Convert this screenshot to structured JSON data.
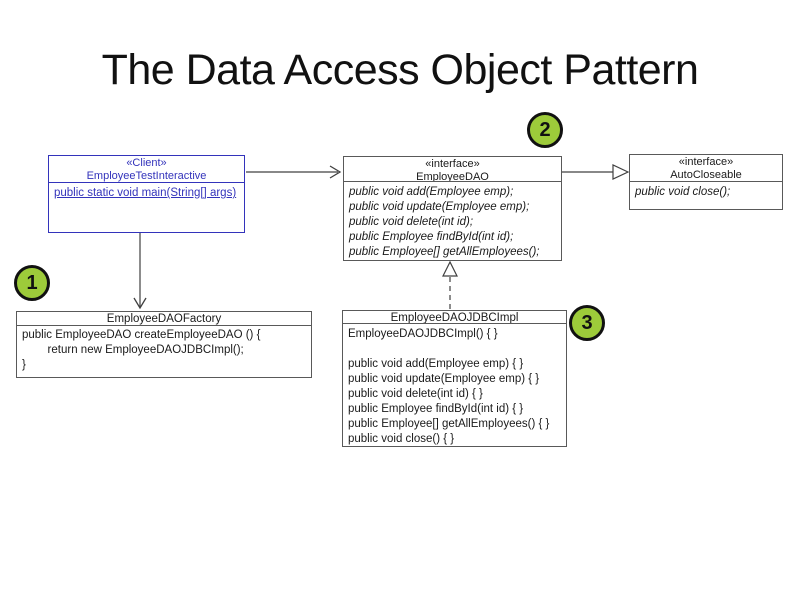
{
  "title": "The Data Access Object Pattern",
  "colors": {
    "client_blue": "#3333bb",
    "box_border": "#595959",
    "arrow": "#404040",
    "circle_green": "#9dcb3a",
    "background": "#ffffff"
  },
  "badges": [
    "1",
    "2",
    "3"
  ],
  "boxes": {
    "client": {
      "stereotype": "«Client»",
      "name": "EmployeeTestInteractive",
      "main_link": "public static void main(String[] args)"
    },
    "dao": {
      "stereotype": "«interface»",
      "name": "EmployeeDAO",
      "methods": [
        "public void add(Employee emp);",
        "public void update(Employee emp);",
        "public void delete(int id);",
        "public Employee findById(int id);",
        "public Employee[] getAllEmployees();"
      ]
    },
    "autocloseable": {
      "stereotype": "«interface»",
      "name": "AutoCloseable",
      "methods": [
        "public void close();"
      ]
    },
    "factory": {
      "name": "EmployeeDAOFactory",
      "body": [
        "public EmployeeDAO createEmployeeDAO () {",
        "        return new EmployeeDAOJDBCImpl();",
        "}"
      ]
    },
    "jdbcimpl": {
      "name": "EmployeeDAOJDBCImpl",
      "body": [
        "EmployeeDAOJDBCImpl() { }",
        "",
        "public void add(Employee emp) { }",
        "public void update(Employee emp) { }",
        "public void delete(int id) { }",
        "public Employee findById(int id) { }",
        "public Employee[] getAllEmployees() { }",
        "public void close() { }"
      ]
    }
  }
}
